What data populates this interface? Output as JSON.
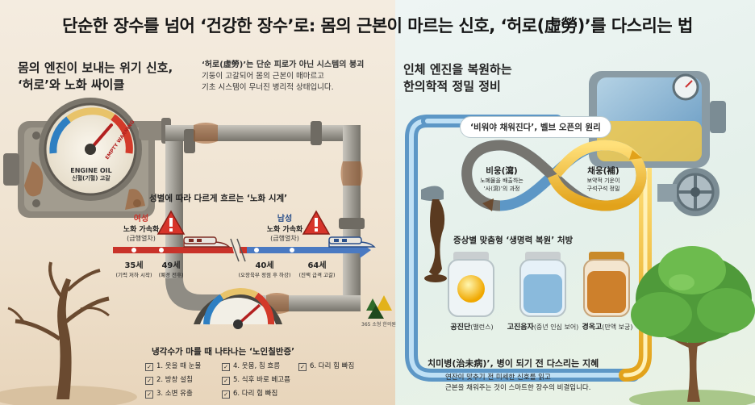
{
  "title": "단순한 장수를 넘어 ‘건강한 장수’로: 몸의 근본이 마르는 신호, ‘허로(虛勞)’를 다스리는 법",
  "left": {
    "heading_line1": "몸의 엔진이 보내는 위기 신호,",
    "heading_line2": "‘허로’와 노화 싸이클",
    "desc_line1": "‘허로(虛勞)’는 단순 피로가 아닌 시스템의 붕괴",
    "desc_line2": "기둥이 고갈되어 몸의 근본이 매마르고",
    "desc_line3": "기초 시스템이 무너진 병리적 상태입니다.",
    "gauge_warning": "EMPTY WARNING",
    "gauge_label1": "ENGINE OIL",
    "gauge_label2": "신혈(기혈) 고갈",
    "clock_title": "성별에 따라 다르게 흐르는 ‘노화 시계’",
    "female": {
      "title": "여성",
      "sub": "노화 가속화",
      "sub2": "(급행열차)",
      "age1": "35세",
      "age1_note": "(기력 저하 시작)",
      "age2": "49세",
      "age2_note": "(폐경 전후)"
    },
    "male": {
      "title": "남성",
      "sub": "노화 가속화",
      "sub2": "(급행열차)",
      "age1": "40세",
      "age1_note": "(오장육부 정점 후 하강)",
      "age2": "64세",
      "age2_note": "(진액 급격 고갈)"
    },
    "symptoms_title": "냉각수가 마를 때 나타나는 ‘노인칠반증’",
    "symptoms": [
      "1. 웃을 때 눈물",
      "4. 웃뭄, 침 흐름",
      "6. 다리 힘 빠짐",
      "2. 방창 설침",
      "5. 식후 바로 베고픔",
      "",
      "3. 소변 유출",
      "6. 다리 힘 빠짐",
      ""
    ]
  },
  "center_logo": "365 소형 한의원",
  "right": {
    "heading_line1": "인체 엔진을 복원하는",
    "heading_line2": "한의학적 정밀 정비",
    "principle": "‘비워야 채워진다’, 벨브 오픈의 원리",
    "drain_title": "비웅(瀉)",
    "drain_note1": "노폐물을 배출하는",
    "drain_note2": "‘사(瀉)’의 과정",
    "fill_title": "채웅(補)",
    "fill_note1": "보약적 기운이",
    "fill_note2": "구석구석 정밀",
    "rx_title": "증상별 맞춤형 ‘생명력 복원’ 처방",
    "bottles": [
      {
        "name": "공진단",
        "note": "(밸런스)",
        "color": "#f2b81c"
      },
      {
        "name": "고진음자",
        "note": "(중년 인심 보어)",
        "color": "#7fb4d8"
      },
      {
        "name": "경옥고",
        "note": "(만액 보궁)",
        "color": "#c9741a"
      }
    ],
    "wisdom_title": "치미병(治未病)’, 병이 되기 전 다스리는 지혜",
    "wisdom_line1": "연잔이 맞추기 전 미세한 신호를 읽고",
    "wisdom_line2": "근본을 채워주는 것이 스마트한 장수의 비결입니다."
  },
  "colors": {
    "pipe_left": "#a8a6a0",
    "rust": "#9c5a2a",
    "pipe_right": "#6fa6cf",
    "gold": "#f0c23a",
    "warning_red": "#cc2a2a",
    "arrow_blue": "#4a7ac2"
  }
}
